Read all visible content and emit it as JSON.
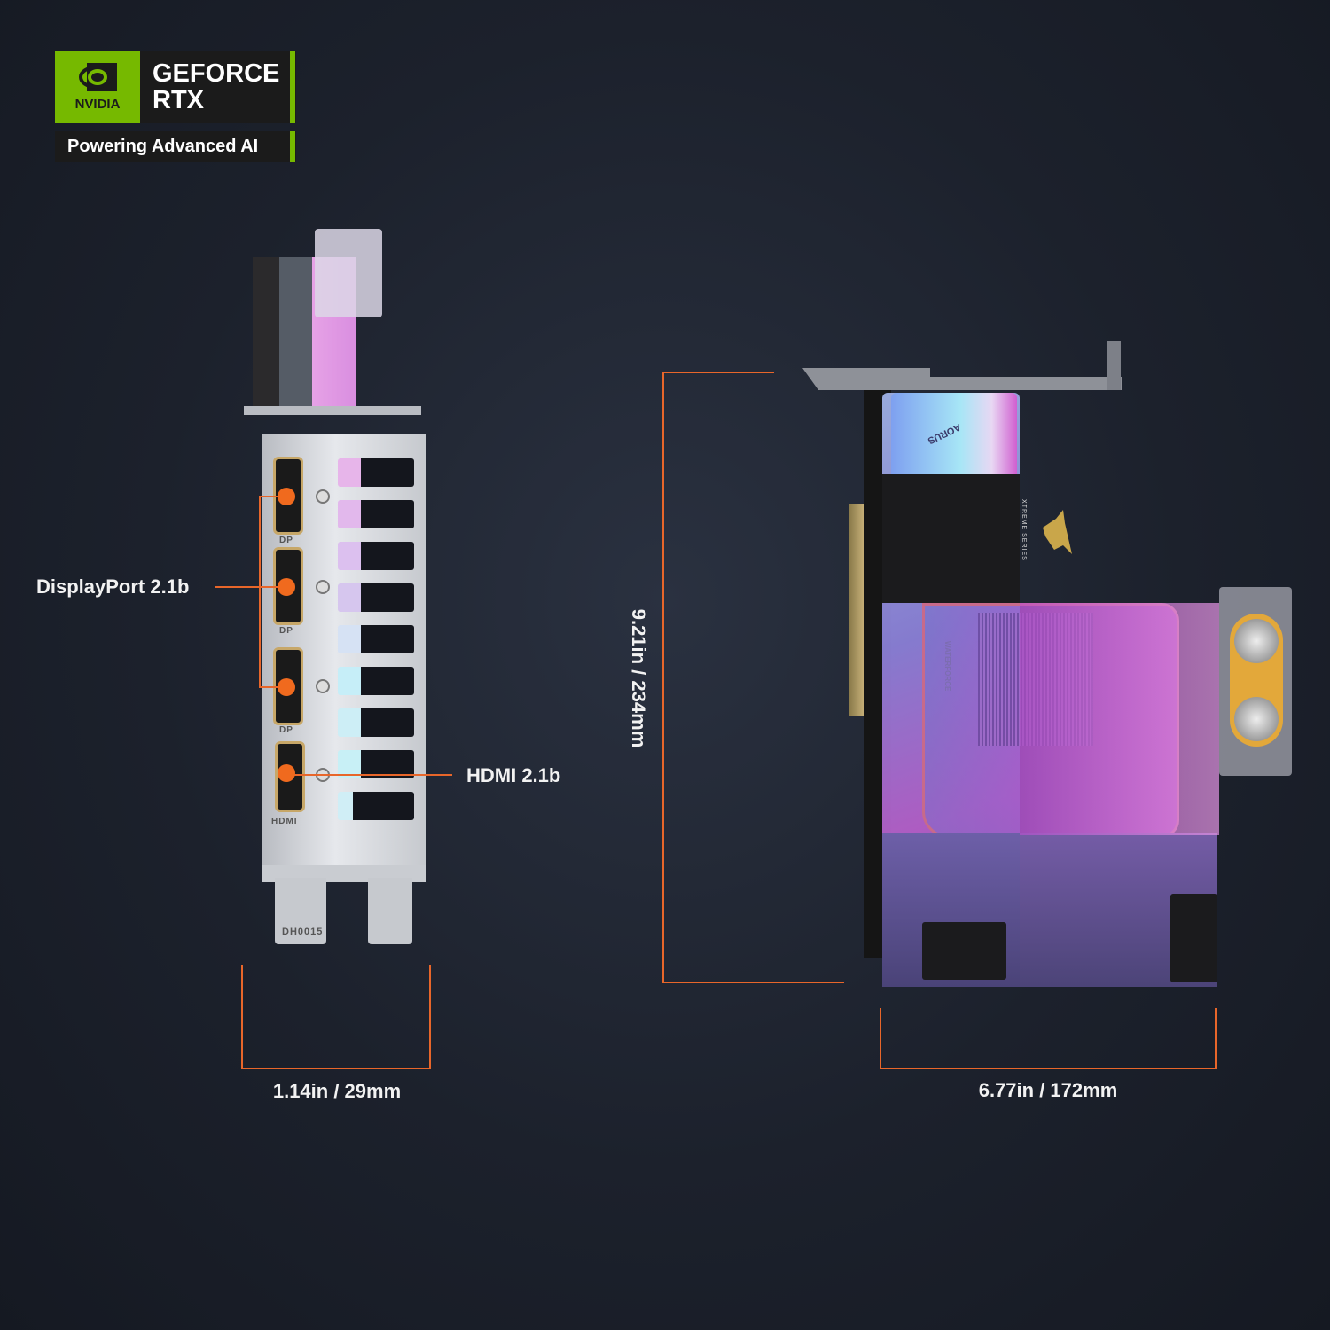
{
  "badge": {
    "brand": "NVIDIA",
    "product_line1": "GEFORCE",
    "product_line2": "RTX",
    "tagline": "Powering Advanced AI"
  },
  "io": {
    "displayport_label": "DisplayPort 2.1b",
    "hdmi_label": "HDMI 2.1b",
    "port_marks": [
      "DP",
      "DP",
      "DP",
      "HDMI"
    ],
    "bracket_code": "DH0015"
  },
  "card_marks": {
    "brand": "AORUS",
    "series": "XTREME SERIES",
    "block": "WATERFORCE"
  },
  "dimensions": {
    "thickness": "1.14in / 29mm",
    "height": "9.21in / 234mm",
    "width": "6.77in / 172mm"
  },
  "colors": {
    "accent_orange": "#e8662a",
    "nvidia_green": "#76b900"
  }
}
